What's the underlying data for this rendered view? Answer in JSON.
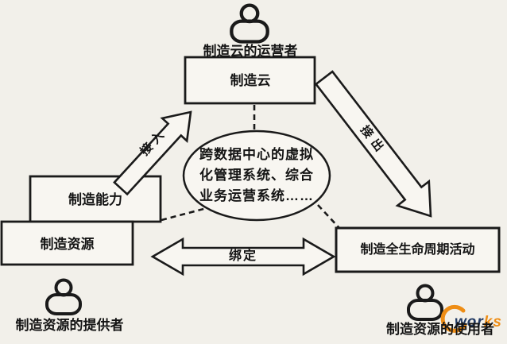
{
  "colors": {
    "ink": "#1a1a1a",
    "paper": "#f2f0ea",
    "panel_fill": "#f8f6f1",
    "watermark_navy": "#223a63",
    "watermark_orange": "#ee8d15"
  },
  "nodes": {
    "cloud_operator": {
      "label": "制造云的运营者"
    },
    "cloud": {
      "label": "制造云"
    },
    "core_system": {
      "line1": "跨数据中心的虚拟",
      "line2": "化管理系统、综合",
      "line3": "业务运营系统……"
    },
    "capability": {
      "label": "制造能力"
    },
    "resource": {
      "label": "制造资源"
    },
    "lifecycle": {
      "label": "制造全生命周期活动"
    },
    "resource_provider": {
      "label": "制造资源的提供者"
    },
    "resource_user": {
      "label": "制造资源的使用者"
    }
  },
  "edges": {
    "access_in": {
      "label": "接入"
    },
    "access_out": {
      "label": "接出"
    },
    "bind": {
      "label": "绑定"
    }
  },
  "watermark": {
    "part1": "wor",
    "part2": "ks"
  }
}
